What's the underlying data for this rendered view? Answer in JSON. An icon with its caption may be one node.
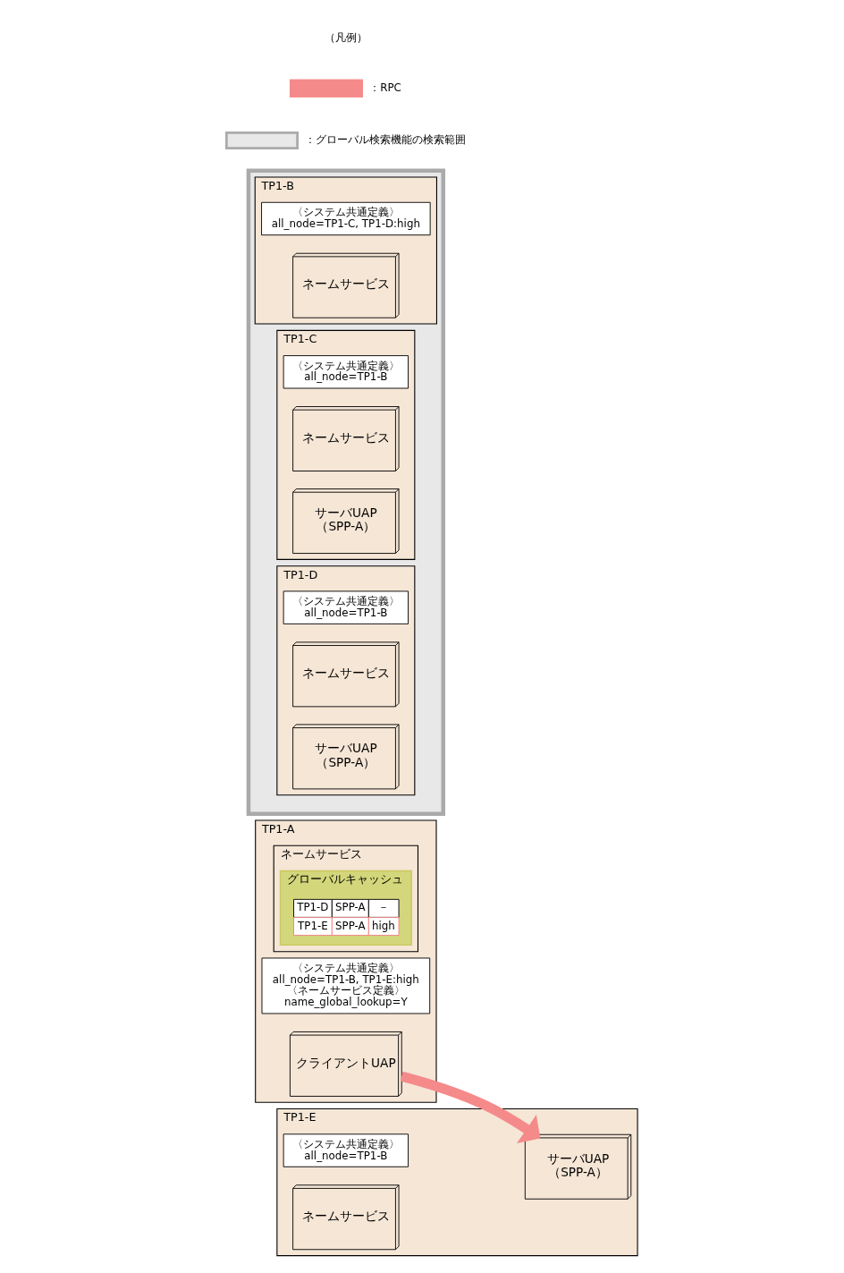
{
  "diagram": {
    "nodes": [
      {
        "text": [
          "TP1-A"
        ]
      },
      {
        "text": [
          "〈システム共通定義〉",
          "all_node=TP1-B, TP1-E:high",
          "〈ネームサービス定義〉",
          "name_global_lookup=Y"
        ],
        "in": 0
      },
      {
        "text": [
          "クライアントUAP"
        ],
        "in": 0
      },
      {
        "text": [
          "ネームサービス"
        ],
        "in": 0
      },
      {
        "text": [
          "グローバルキャッシュ"
        ],
        "in": 3
      },
      {
        "text": [],
        "shape": "box"
      },
      {
        "text": [
          "TP1-B"
        ],
        "in": 5
      },
      {
        "text": [
          "〈システム共通定義〉",
          "all_node=TP1-C, TP1-D:high"
        ],
        "in": 6
      },
      {
        "text": [
          "ネームサービス"
        ],
        "in": 6
      },
      {
        "text": [
          "TP1-C"
        ],
        "in": 5
      },
      {
        "text": [
          "〈システム共通定義〉",
          "all_node=TP1-B"
        ],
        "in": 9
      },
      {
        "text": [
          "ネームサービス"
        ],
        "in": 9
      },
      {
        "text": [
          "サーバUAP",
          "（SPP-A）"
        ],
        "in": 9
      },
      {
        "text": [
          "TP1-D"
        ],
        "in": 5
      },
      {
        "text": [
          "〈システム共通定義〉",
          "all_node=TP1-B"
        ],
        "in": 13
      },
      {
        "text": [
          "ネームサービス"
        ],
        "in": 13
      },
      {
        "text": [
          "サーバUAP",
          "（SPP-A）"
        ],
        "in": 13
      },
      {
        "text": [
          "TP1-E"
        ]
      },
      {
        "text": [
          "〈システム共通定義〉",
          "all_node=TP1-B"
        ],
        "in": 17
      },
      {
        "text": [
          "ネームサービス"
        ],
        "in": 17
      },
      {
        "text": [
          "サーバUAP",
          "（SPP-A）"
        ],
        "in": 17
      }
    ],
    "edges": [
      {
        "from": 2,
        "to": 20,
        "arrow": "to",
        "color": "#f58a8a"
      }
    ],
    "labels": [
      "TP1-D",
      "SPP-A",
      "－",
      "TP1-E",
      "SPP-A",
      "high",
      "（凡例）"
    ],
    "legend": [
      {
        "text": "：RPC"
      },
      {
        "text": "：グローバル検索機能の検索範囲",
        "color": "#e8e8e8"
      }
    ]
  }
}
